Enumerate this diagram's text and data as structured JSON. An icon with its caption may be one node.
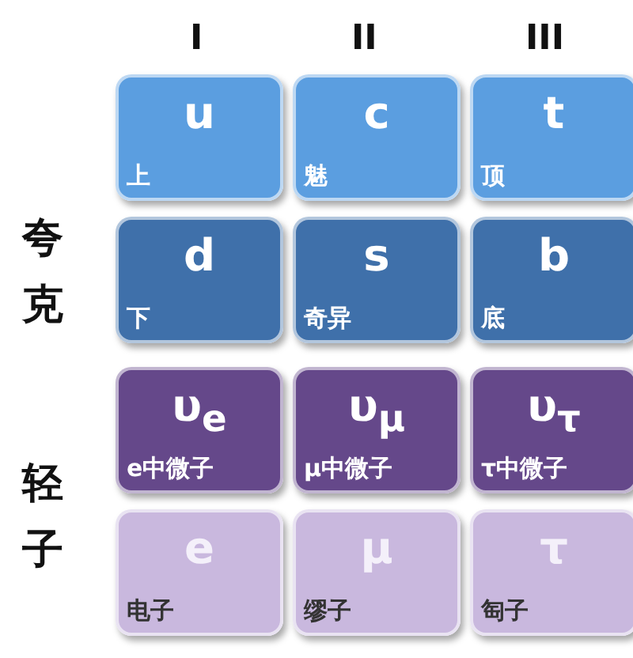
{
  "diagram": {
    "nodes": [
      {
        "text": [
          "u",
          "上"
        ]
      },
      {
        "text": [
          "c",
          "魅"
        ]
      },
      {
        "text": [
          "t",
          "顶"
        ]
      },
      {
        "text": [
          "d",
          "下"
        ]
      },
      {
        "text": [
          "s",
          "奇异"
        ]
      },
      {
        "text": [
          "b",
          "底"
        ]
      },
      {
        "text": [
          "υ$_{e}$",
          "e中微子"
        ]
      },
      {
        "text": [
          "υ$_{μ}$",
          "μ中微子"
        ]
      },
      {
        "text": [
          "υ$_{τ}$",
          "τ中微子"
        ]
      },
      {
        "text": [
          "e",
          "电子"
        ]
      },
      {
        "text": [
          "μ",
          "缪子"
        ]
      },
      {
        "text": [
          "τ",
          "匋子"
        ]
      }
    ],
    "labels": [
      "I",
      "II",
      "III",
      "夸克",
      "轻子"
    ]
  }
}
